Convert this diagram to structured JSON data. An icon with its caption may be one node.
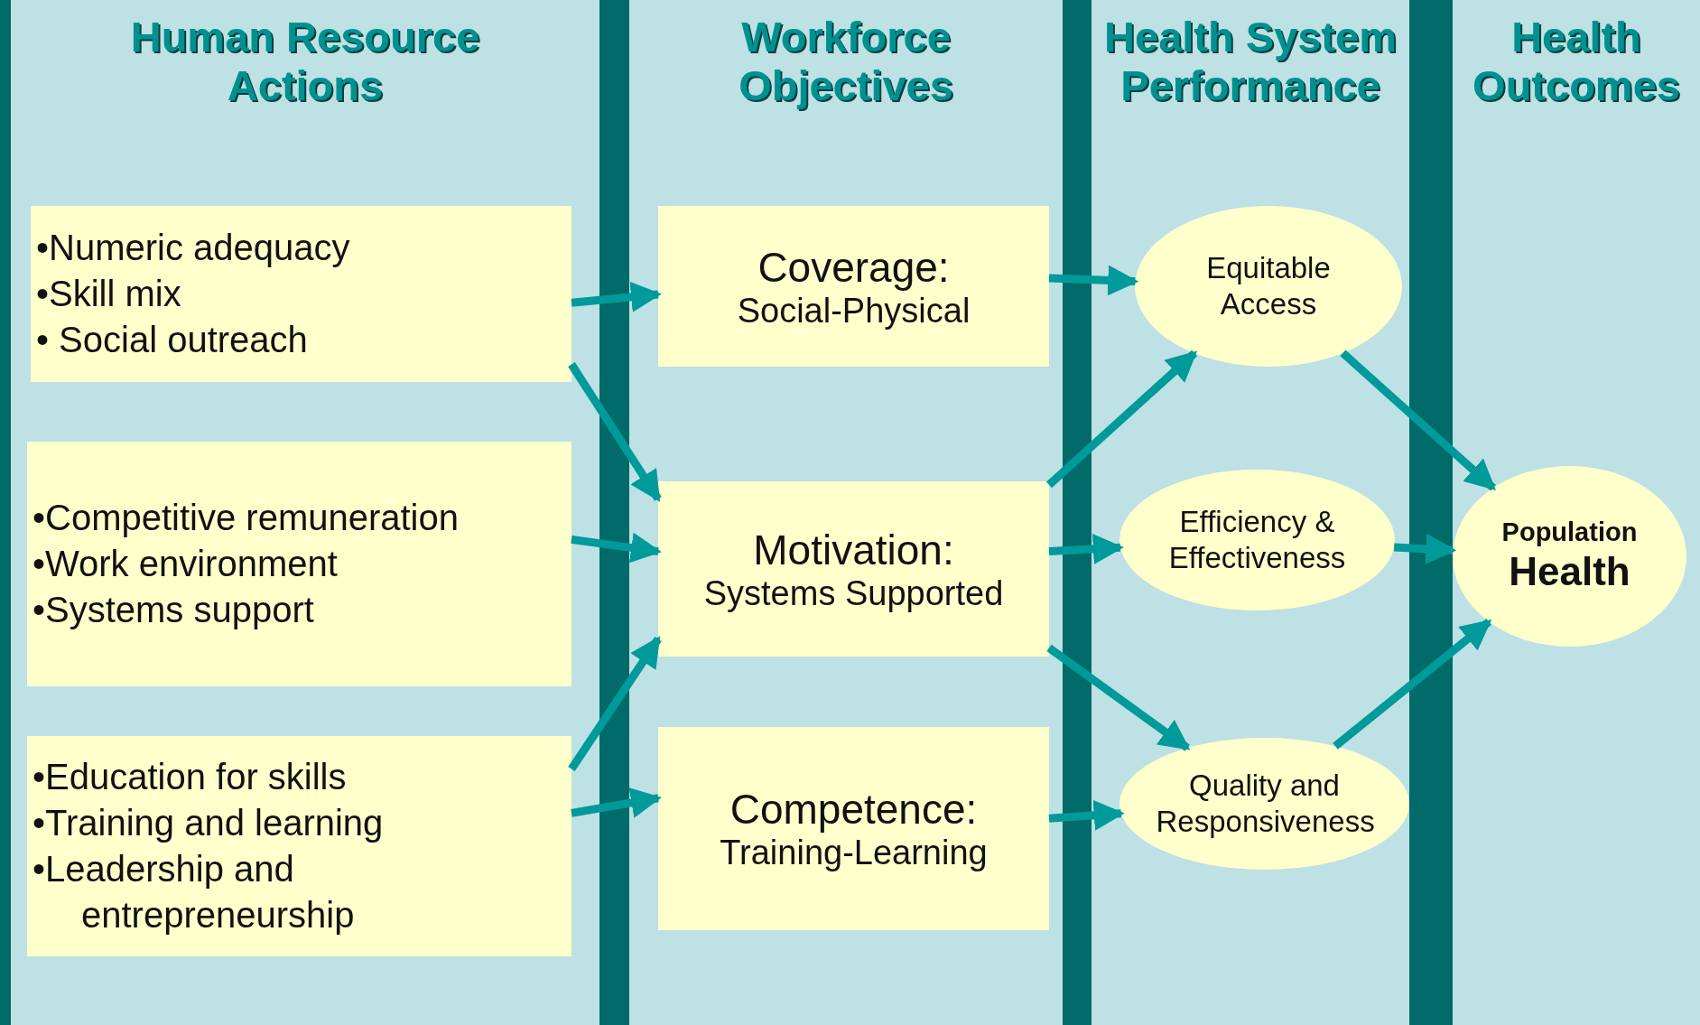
{
  "diagram": {
    "nodes": [
      {
        "text": [
          "Human Resource Actions"
        ]
      },
      {
        "text": [
          "•Numeric adequacy",
          "•Skill mix",
          "• Social outreach"
        ],
        "in": 0
      },
      {
        "text": [
          "•Competitive remuneration",
          "•Work environment",
          "•Systems support"
        ],
        "in": 0
      },
      {
        "text": [
          "•Education for skills",
          "•Training and learning",
          "•Leadership and entrepreneurship"
        ],
        "in": 0
      },
      {
        "text": [
          "Workforce Objectives"
        ]
      },
      {
        "text": [
          "Coverage:",
          "Social-Physical"
        ],
        "in": 4
      },
      {
        "text": [
          "Motivation:",
          "Systems Supported"
        ],
        "in": 4
      },
      {
        "text": [
          "Competence:",
          "Training-Learning"
        ],
        "in": 4
      },
      {
        "text": [
          "Health System Performance"
        ]
      },
      {
        "text": [
          "Equitable Access"
        ],
        "in": 8
      },
      {
        "text": [
          "Efficiency & Effectiveness"
        ],
        "in": 8
      },
      {
        "text": [
          "Quality and Responsiveness"
        ],
        "in": 8
      },
      {
        "text": [
          "Health Outcomes"
        ]
      },
      {
        "text": [
          "Population",
          "Health"
        ],
        "in": 12
      }
    ],
    "edges": [
      {
        "from": 1,
        "to": 5,
        "arrow": "to"
      },
      {
        "from": 1,
        "to": 6,
        "arrow": "to"
      },
      {
        "from": 2,
        "to": 6,
        "arrow": "to"
      },
      {
        "from": 3,
        "to": 6,
        "arrow": "to"
      },
      {
        "from": 3,
        "to": 7,
        "arrow": "to"
      },
      {
        "from": 5,
        "to": 9,
        "arrow": "to"
      },
      {
        "from": 6,
        "to": 9,
        "arrow": "to"
      },
      {
        "from": 6,
        "to": 10,
        "arrow": "to"
      },
      {
        "from": 6,
        "to": 11,
        "arrow": "to"
      },
      {
        "from": 7,
        "to": 11,
        "arrow": "to"
      },
      {
        "from": 9,
        "to": 13,
        "arrow": "to"
      },
      {
        "from": 10,
        "to": 13,
        "arrow": "to"
      },
      {
        "from": 11,
        "to": 13,
        "arrow": "to"
      }
    ]
  }
}
